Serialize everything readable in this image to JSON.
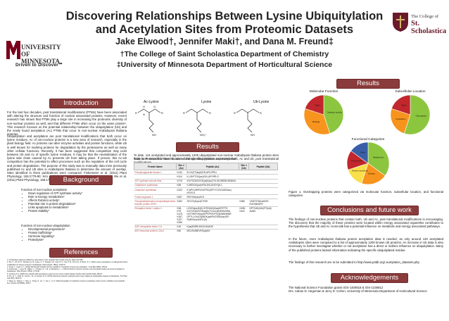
{
  "header": {
    "title_line1": "Discovering Relationships Between Lysine Ubiquitylation",
    "title_line2": "and Acetylation Sites from Proteomic Datasets",
    "authors": "Jake Elwood†, Jennifer Maki†, and Dana M. Freund‡",
    "affiliation_1": "†The College of Saint Scholastica Department of Chemistry",
    "affiliation_2": "‡University of Minnesota Department of Horticultural Science",
    "logo_left_name": "UNIVERSITY OF MINNESOTA",
    "logo_left_tagline": "Driven to Discover℠",
    "logo_right_small": "The College of",
    "logo_right_big": "St. Scholastica"
  },
  "colors": {
    "section_header": "#8a3b3b",
    "pie_green": "#8cc63f",
    "pie_orange": "#f7941d",
    "pie_red": "#c1272d",
    "pie_yellow": "#f9e04b",
    "pie_blue": "#3a5fa8"
  },
  "introduction": {
    "heading": "Introduction",
    "para1": "For the last four decades, post translational modifications (PTMs) have been associated with altering the structure and function of nuclear associated proteins. However, recent research has shown that PTMs play a large role in increasing the proteomic diversity of non-nuclear proteins as well, and that different PTMs often occur on the same protein¹. This research focuses on the potential relationship between the ubiquitylation (Ub) and the newly found acetylation (Ac) PTMs that occur in non-nuclear Arabidopsis thaliana proteins.",
    "para2": "Ubiquitylation and acetylation are post translational modifications that both occur on lysine residues. Ac of non-nuclear proteins is a new area of research, especially in the plant biology field. Ac proteins can alter enzyme activities and protein functions, while Ub is well known for marking proteins for degradation by the proteasome as well as many other cellular functions. Recently, it has been suggested that competition may exist between Ub and Ac of specific lysine residues. It may be that the neutralization of the lysine side chain caused by Ac prevents Ub from taking place. If proven, this Ac-Ub competition has the potential to affect processes such as the regulation of the cell cycle and protein degradation. The purpose of this study was to manually data mine previously published Ac and Ub sites in Arabidopsis thaliana to determine the amount of overlap. Sites identified in three publications were compared: Finkemeier et al. (2011) Plant Physiology, 155:1779-90; Kim et al. (2013) The Plant Cell, 25: 1523-40; and Wu et al. (2011) Plant Physiology, 155:1769-78."
  },
  "background": {
    "heading": "Background",
    "acetylation_title": "Function of non-nuclear acetylation",
    "acetylation_items": [
      "Down regulation of ATP synthase activity³",
      "Role in Energy metabolism³",
      "Affects Rubisco activity³",
      "Potential role in protein degradation³",
      "Links apoptosis to metabolism³",
      "Protein stability³"
    ],
    "ubiquitylation_title": "Function of non-nuclear ubiquitylation",
    "ubiquitylation_items": [
      "Developmental progression⁶",
      "Protein trafficking⁶",
      "Hormone Signaling⁶",
      "Proteolysis⁶"
    ]
  },
  "references": {
    "heading": "References",
    "items": [
      "1. Hochstrasser (Elsevier 2009) The early history of the ubiquitin field. Protein Science 18(3), 607-608",
      "2. Wu, X., Oh, M.-H., Schwarz, E. M., Larue, C. T., Sivaguru, M., Imai, B. S., Yau, P. M., Ort, D.R., & Huber, S. C. (2011) Lysine acetylation is a widespread protein modification for diverse proteins in Arabidopsis. Plant physiol. 155(4), 1769-78",
      "3. Xiong, Y., Guan, K.-L. (2012) Mechanistic insights into the regulation of metabolic enzymes by acetylation. J Cell Biol 198(2), 155-64",
      "4. Finkemeier, I., Laxa, M., Miguet, L., Howden, A. J. M., & Sweetlove, L. J. (2011) Proteins of diverse function and subcellular location are lysine acetylated in Arabidopsis. Plant Physiol. 155(4), 1779-90",
      "5. Vierstra, R. D. (2009) The ubiquitin-26S proteasome system at the nexus of plant biology. Nat Rev Mol Cell Biol 10(6), 385-97",
      "6. Kim, D.-Y., Scalf, M., Smith, L. M., & Vierstra, R. D. (2013) Advanced proteomic analyses yield a deep catalog of ubiquitylation targets in Arabidopsis. The Plant Cell 25(5), 1523-40",
      "7. Wang, Q., Zhang, Y., Yang, C., Xiong, H., Lin, Y., Yao, J., Li, H. (2010) Acetylation of metabolic enzymes coordinates carbon source utilization and metabolic flux. Science 327(5968), 1004-7"
    ]
  },
  "molecules": {
    "label_1": "Ac-Lysine",
    "label_2": "Lysine",
    "label_3": "Ub-Lysine",
    "atom_r": "R",
    "atom_h": "H",
    "atom_n": "N",
    "atom_o": "O",
    "atom_nh": "NH",
    "atom_nh2": "NH₂",
    "atom_nh3": "NH₃⁺"
  },
  "results_mid": {
    "heading": "Results",
    "text": "To date, 121 acetylated and approximately 1200 ubiquitylated non-nuclear Arabidopsis thaliana protein sites have been recorded. Thus far, nine of the identified proteins experience both, Ac and Ub, post translational modifications.",
    "table_caption": "Table 1. Proteins that were shown to undergo ubiquitylation and acetylation"
  },
  "table": {
    "headers": [
      "Protein Name",
      "Site #\n(Ac)",
      "Peptide (Ac)",
      "Site #\n(Ub)",
      "Peptide (Ub)"
    ],
    "rows": [
      [
        "Phosphoglycerate kinase 1",
        "K140",
        "IK.DV(TF)ks(K)FSLAPLVPRLI",
        "",
        ""
      ],
      [
        "",
        "K104",
        "K.LSKFTGK(ac)VDLLAPYRR.G",
        "",
        ""
      ],
      [
        "ATP synthase subunit beta",
        "K176",
        "IGLFGGAGVGK(ac)K(ac)TVLIOLIMEMLINNAKA",
        "",
        ""
      ],
      [
        "Glutathione synthetase",
        "K66",
        "K.MESGK(ac)HFDLEKLDGEYQK.L",
        "",
        ""
      ],
      [
        "Glutamine synthetase",
        "K223",
        "K.WPLGWPVGAFPGQGPYYCGVGADKiac) KEVS.D",
        "",
        ""
      ],
      [
        "Protein arginase 1",
        "K837",
        "REITIGK(ac)KLR",
        "",
        ""
      ],
      [
        "Phosphatidylinositol/ phosphatidylcholine transfer protein SFH4",
        "K263",
        "SFLDTpK(ac)KTVSK",
        "K380",
        "VSDTSTAKubDGS ELESMASPK"
      ],
      [
        "Elongation factor 1-alpha 4",
        "K36, K79, K119, K167, K227, K306",
        "LGGGk(ac)K(K)  GITIDIAK(K)ac)KFETTK  IGLFGGAGVGK(ac)K(TVLIsv)AKEMLINNA  IVGTHEPGK(ac)KPFVPSGFGQINNNNNNR  GPTLL EALDQINDK(ac)PK(P)SDK(ac)P.E  R(INVK(ac)KDVL(K)",
        "K438, K441",
        "DPTGAK(Ub)VTK(ub) AVAIK"
      ],
      [
        "ADP-ribosylation factor 2-A",
        "K16",
        "K(ac)EMRILMVGLDAAGK",
        "",
        ""
      ],
      [
        "60S ribosomal protein L10a-2",
        "K60",
        "MGLSNIMEVEK(ac)KK",
        "",
        ""
      ]
    ]
  },
  "chart_data": [
    {
      "type": "pie",
      "title": "Molecular Function",
      "slices": [
        {
          "name": "Catalytic activity",
          "value": 45,
          "color": "#8cc63f"
        },
        {
          "name": "Binding",
          "value": 35,
          "color": "#f7941d"
        },
        {
          "name": "Other",
          "value": 20,
          "color": "#c1272d"
        }
      ]
    },
    {
      "type": "pie",
      "title": "Subcellular Location",
      "slices": [
        {
          "name": "Chloroplast",
          "value": 55,
          "color": "#8cc63f"
        },
        {
          "name": "Cytoplasm",
          "value": 25,
          "color": "#f7941d"
        },
        {
          "name": "Other",
          "value": 20,
          "color": "#c1272d"
        }
      ]
    },
    {
      "type": "pie",
      "title": "Functional Categories",
      "slices": [
        {
          "name": "Metabolism",
          "value": 35,
          "color": "#8cc63f"
        },
        {
          "name": "Energy",
          "value": 20,
          "color": "#f7941d"
        },
        {
          "name": "Protein synthesis",
          "value": 15,
          "color": "#f9e04b"
        },
        {
          "name": "Protein fate",
          "value": 15,
          "color": "#c1272d"
        },
        {
          "name": "Other",
          "value": 15,
          "color": "#3a5fa8"
        }
      ]
    }
  ],
  "results_right": {
    "heading": "Results",
    "figure_caption": "Figure 1. Overlapping proteins were categorized via molecular function, subcellular location, and functional categories."
  },
  "conclusions": {
    "heading": "Conclusions and future work",
    "para1": "The findings of non-nuclear proteins that contain both, Ub and Ac, post translational modifications is encouraging. The discovery that the majority of these proteins were located within energy associated organelles contributes to the hypotheses that Ub and Ac cross talk has a potential influence on metabolic and energy associated pathways.",
    "para2": "In the future, more Arabidopsis thaliana protein acetylation data is needed, as only around 120 acetylated Arabidopsis sites were compared to a list of approximately 1200 known Ub proteins. An increase in Ub data is also necessary to further investigate whether or not acetylation has a direct or indirect influence on ubiquitylation. Many of the published proteins lacked information indicating the specific ubiquitylated residue.",
    "para3": "The findings of this research are to be submitted to http://www.p3db.org/ acetylation_datasets.php"
  },
  "acknowledgements": {
    "heading": "Acknowledgements",
    "text": "The National Science Foundation grants IOS-1400818 & IOS-1238812\nDrs. Adrian D. Hegeman & Jerry D. Cohen, University of Minnesota Department of Horticultural Science"
  }
}
